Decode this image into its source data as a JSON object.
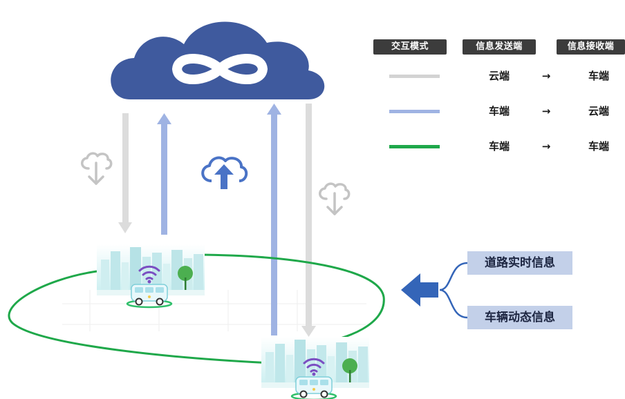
{
  "legend": {
    "headers": [
      "交互模式",
      "信息发送端",
      "信息接收端"
    ],
    "rows": [
      {
        "mode": "gray",
        "color": "#d3d3d3",
        "sender": "云端",
        "arrow": "→",
        "receiver": "车端"
      },
      {
        "mode": "blue",
        "color": "#9fb3e3",
        "sender": "车端",
        "arrow": "→",
        "receiver": "云端"
      },
      {
        "mode": "green",
        "color": "#1fa84a",
        "sender": "车端",
        "arrow": "→",
        "receiver": "车端"
      }
    ]
  },
  "sources": {
    "items": [
      "道路实时信息",
      "车辆动态信息"
    ]
  },
  "colors": {
    "cloud": "#3f5a9e",
    "uplink": "#9fb3e3",
    "downlink": "#dcdcdc",
    "v2v": "#1fa84a",
    "source_arrow": "#3465b8",
    "tag_bg": "#c3d0e9"
  },
  "icons": [
    "cloud-infinity-icon",
    "cloud-upload-icon",
    "cloud-download-icon",
    "wifi-icon",
    "bus-icon",
    "tree-icon"
  ]
}
